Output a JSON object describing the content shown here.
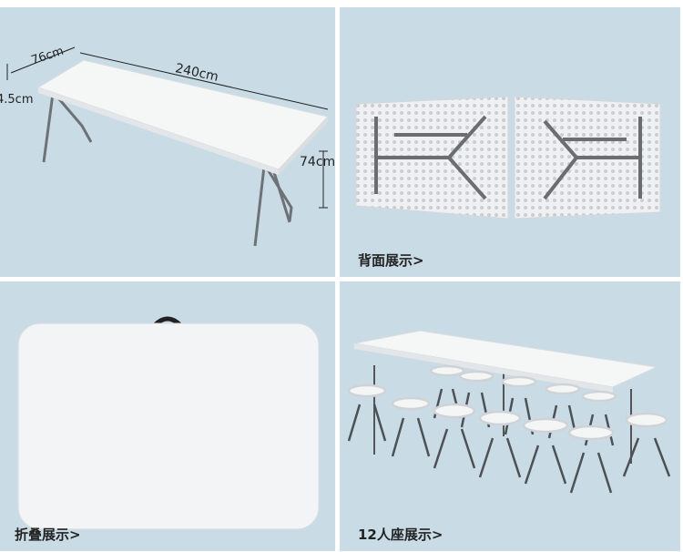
{
  "dimensions": {
    "width": "76cm",
    "length": "240cm",
    "height": "74cm",
    "thickness": "4.5cm"
  },
  "captions": {
    "back_view": "背面展示>",
    "folded_view": "折叠展示>",
    "seating_view": "12人座展示>"
  }
}
